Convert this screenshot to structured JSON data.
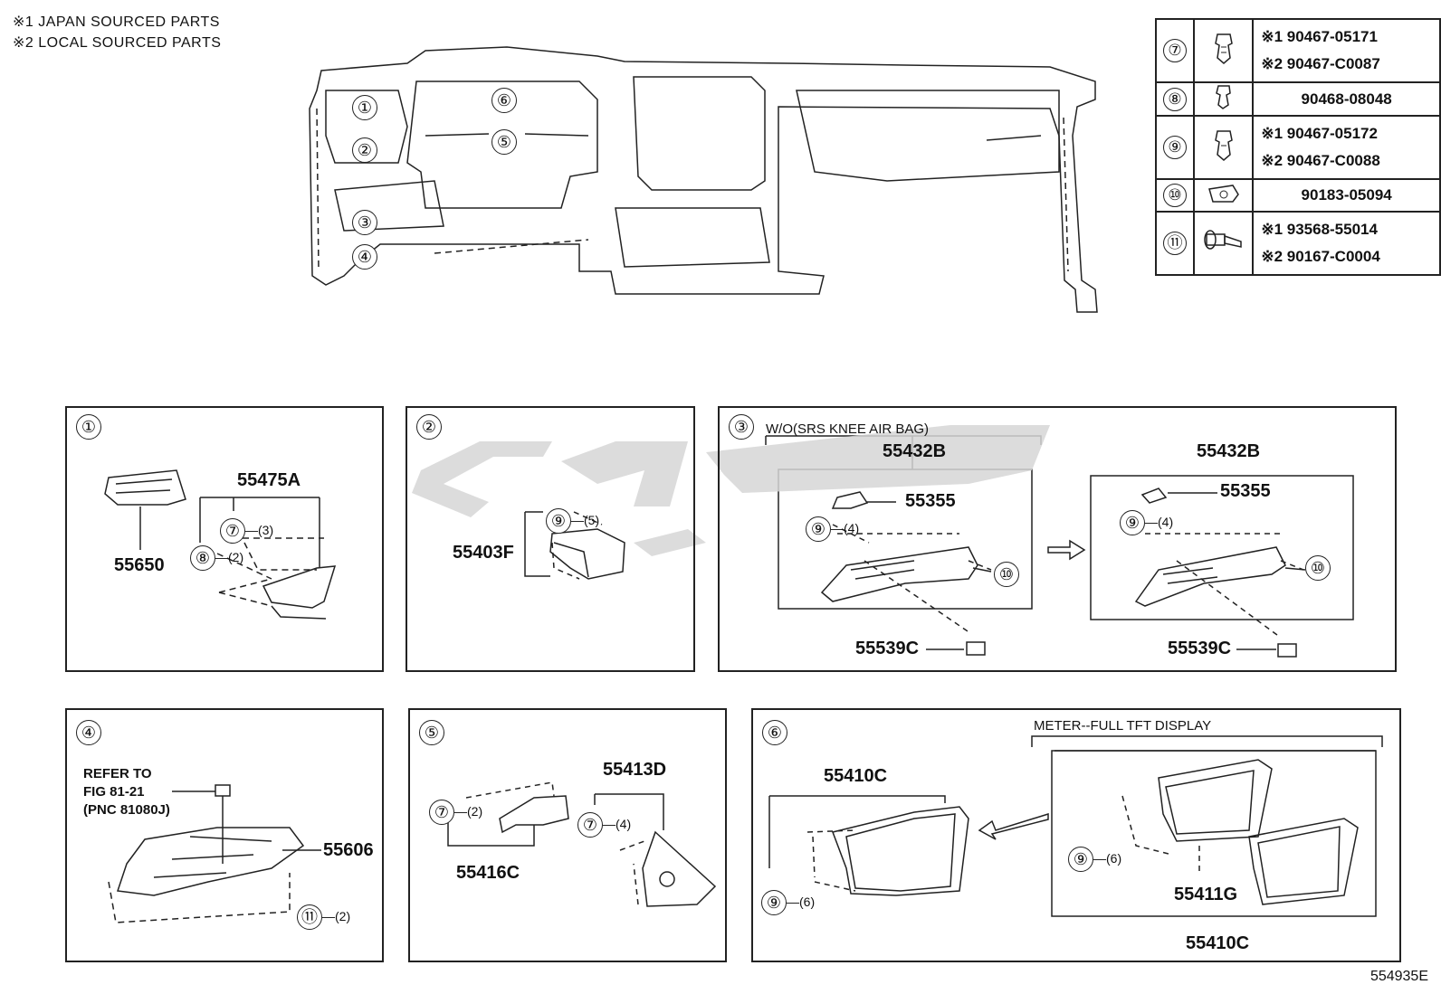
{
  "notes": [
    "※1 JAPAN SOURCED PARTS",
    "※2 LOCAL SOURCED PARTS"
  ],
  "parts_table": [
    {
      "ref": "⑦",
      "lines": [
        "※1 90467-05171",
        "※2 90467-C0087"
      ],
      "icon": "clip-icon"
    },
    {
      "ref": "⑧",
      "lines": [
        "90468-08048"
      ],
      "icon": "clip-icon"
    },
    {
      "ref": "⑨",
      "lines": [
        "※1 90467-05172",
        "※2 90467-C0088"
      ],
      "icon": "clip-icon"
    },
    {
      "ref": "⑩",
      "lines": [
        "90183-05094"
      ],
      "icon": "nut-icon"
    },
    {
      "ref": "⑪",
      "lines": [
        "※1 93568-55014",
        "※2 90167-C0004"
      ],
      "icon": "bolt-icon"
    }
  ],
  "overview": {
    "callouts": [
      "①",
      "②",
      "③",
      "④",
      "⑤",
      "⑥"
    ]
  },
  "panels": {
    "p1": {
      "index": "①",
      "group": "55475A",
      "part_a": "55650",
      "clip7": "⑦",
      "qty7": "—(3)",
      "clip8": "⑧",
      "qty8": "—(2)"
    },
    "p2": {
      "index": "②",
      "part": "55403F",
      "clip9": "⑨",
      "qty9": "—(5)"
    },
    "p3": {
      "index": "③",
      "condition": "W/O(SRS KNEE AIR BAG)",
      "group_left": "55432B",
      "group_right": "55432B",
      "part_a": "55355",
      "part_b": "55355",
      "clip9": "⑨",
      "qty9": "—(4)",
      "clip9b": "⑨",
      "qty9b": "—(4)",
      "nut10": "⑩",
      "nut10b": "⑩",
      "part_c": "55539C",
      "part_d": "55539C"
    },
    "p4": {
      "index": "④",
      "refer": "REFER TO",
      "fig": "FIG 81-21",
      "pnc": "(PNC 81080J)",
      "part": "55606",
      "bolt11": "⑪",
      "qty11": "—(2)"
    },
    "p5": {
      "index": "⑤",
      "part_a": "55416C",
      "part_b": "55413D",
      "clip7": "⑦",
      "qty7": "—(2)",
      "clip7b": "⑦",
      "qty7b": "—(4)"
    },
    "p6": {
      "index": "⑥",
      "condition": "METER--FULL TFT DISPLAY",
      "part_a": "55410C",
      "part_b": "55411G",
      "part_c": "55410C",
      "clip9": "⑨",
      "qty9": "—(6)",
      "clip9b": "⑨",
      "qty9b": "—(6)"
    }
  },
  "diagram_code": "554935E"
}
